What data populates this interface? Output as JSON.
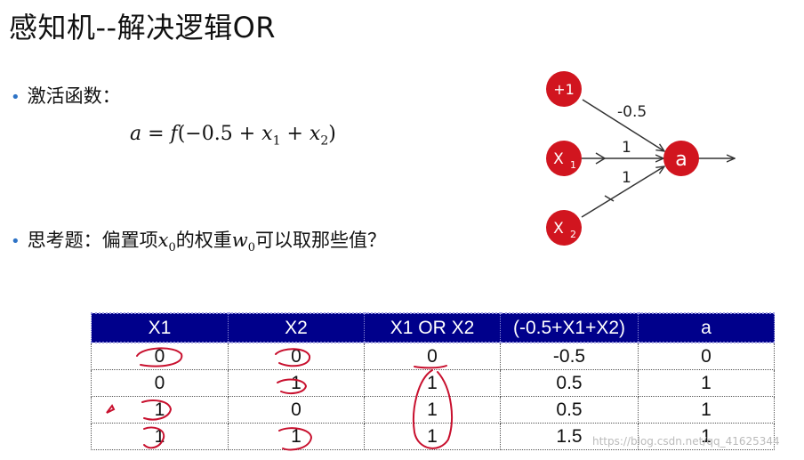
{
  "title": "感知机--解决逻辑OR",
  "bullet1": "激活函数：",
  "formula": {
    "lhs": "a",
    "eq": " = ",
    "f": "f",
    "open": "(−0.5 + ",
    "x": "x",
    "s1": "1",
    "plus": " + ",
    "s2": "2",
    "close": ")"
  },
  "bullet2": {
    "pre": "思考题：偏置项",
    "x": "x",
    "xsub": "0",
    "mid": "的权重",
    "w": "w",
    "wsub": "0",
    "post": "可以取那些值？"
  },
  "network": {
    "nodes": [
      {
        "id": "bias",
        "label": "+1",
        "sub": ""
      },
      {
        "id": "x1",
        "label": "X",
        "sub": "1"
      },
      {
        "id": "x2",
        "label": "X",
        "sub": "2"
      },
      {
        "id": "out",
        "label": "a",
        "sub": ""
      }
    ],
    "weights": [
      {
        "from": "bias",
        "label": "-0.5"
      },
      {
        "from": "x1",
        "label": "1"
      },
      {
        "from": "x2",
        "label": "1"
      }
    ],
    "node_color": "#d1151f"
  },
  "table": {
    "headers": [
      "X1",
      "X2",
      "X1 OR X2",
      "(-0.5+X1+X2)",
      "a"
    ],
    "rows": [
      [
        "0",
        "0",
        "0",
        "-0.5",
        "0"
      ],
      [
        "0",
        "1",
        "1",
        "0.5",
        "1"
      ],
      [
        "1",
        "0",
        "1",
        "0.5",
        "1"
      ],
      [
        "1",
        "1",
        "1",
        "1.5",
        "1"
      ]
    ],
    "header_bg": "#00008b"
  },
  "watermark": "https://blog.csdn.net/qq_41625344",
  "ink_color": "#c8102e"
}
